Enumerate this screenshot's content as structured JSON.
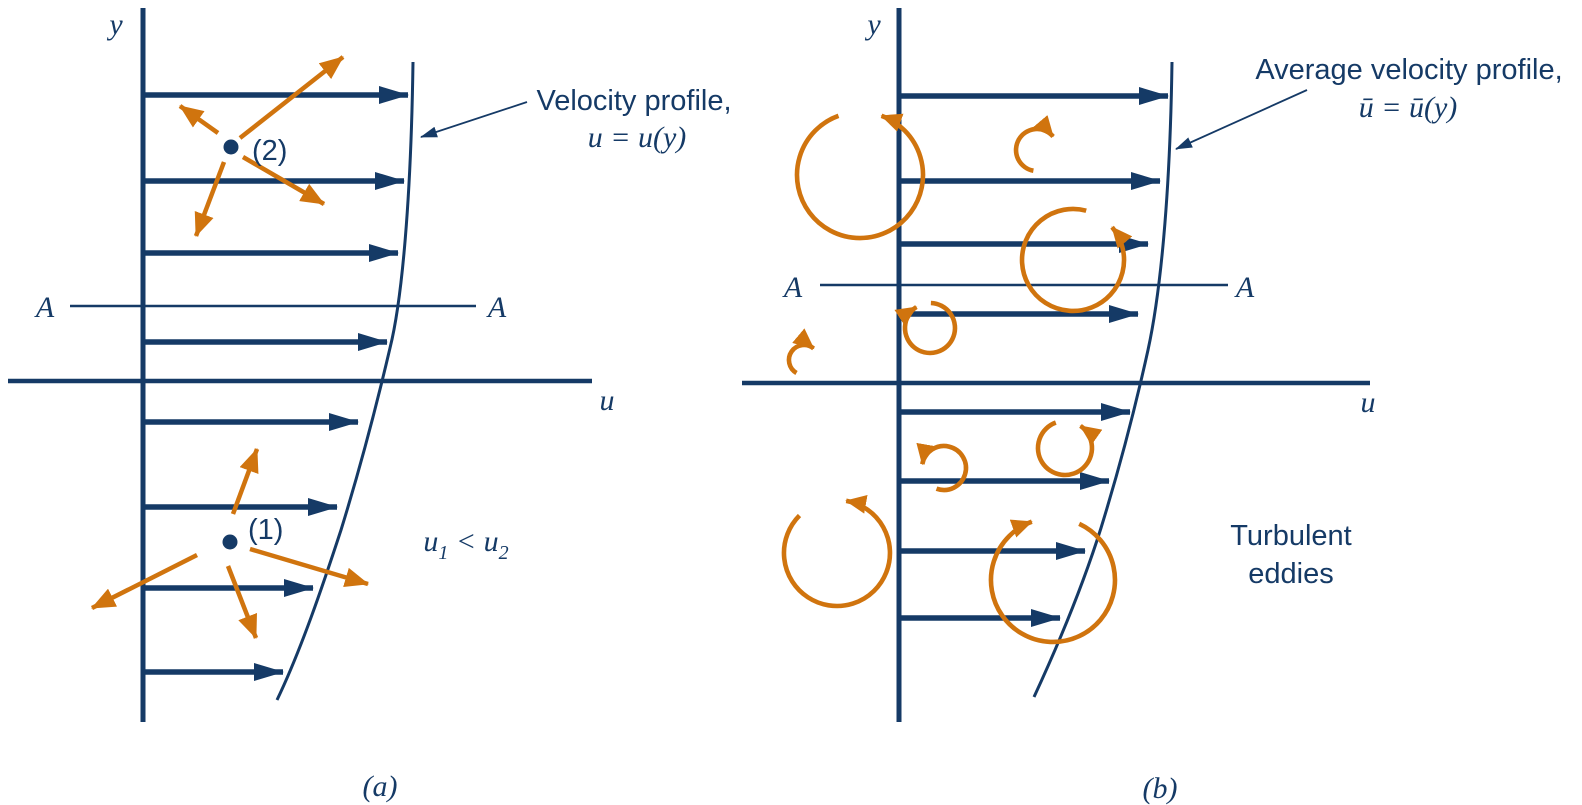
{
  "colors": {
    "ink": "#153a66",
    "eddy": "#d0740e",
    "background": "#ffffff"
  },
  "panel_a": {
    "caption": "(a)",
    "y_axis_label": "y",
    "u_axis_label": "u",
    "section_label": "A",
    "profile_title": "Velocity profile,",
    "profile_equation": "u = u(y)",
    "inequality": {
      "base1": "u",
      "sub1": "1",
      "rel": " < ",
      "base2": "u",
      "sub2": "2"
    },
    "point_1_label": "(1)",
    "point_2_label": "(2)",
    "points": [
      [
        231,
        147
      ],
      [
        230,
        542
      ]
    ],
    "velocity_arrows": [
      [
        95,
        143,
        408
      ],
      [
        181,
        143,
        404
      ],
      [
        253,
        143,
        398
      ],
      [
        342,
        143,
        387
      ],
      [
        422,
        143,
        358
      ],
      [
        507,
        143,
        337
      ],
      [
        588,
        143,
        313
      ],
      [
        672,
        143,
        283
      ]
    ],
    "fluctuation_arrows": [
      [
        240,
        138,
        343,
        57
      ],
      [
        218,
        133,
        180,
        106
      ],
      [
        224,
        162,
        196,
        236
      ],
      [
        243,
        157,
        324,
        204
      ],
      [
        233,
        514,
        257,
        449
      ],
      [
        197,
        555,
        92,
        608
      ],
      [
        250,
        549,
        368,
        584
      ],
      [
        228,
        566,
        256,
        638
      ]
    ]
  },
  "panel_b": {
    "caption": "(b)",
    "y_axis_label": "y",
    "u_axis_label": "u",
    "section_label": "A",
    "profile_title": "Average velocity profile,",
    "profile_equation": "ū = ū(y)",
    "eddies_label_line1": "Turbulent",
    "eddies_label_line2": "eddies",
    "velocity_arrows": [
      [
        96,
        899,
        1168
      ],
      [
        181,
        899,
        1160
      ],
      [
        244,
        899,
        1148
      ],
      [
        314,
        899,
        1138
      ],
      [
        412,
        899,
        1130
      ],
      [
        481,
        899,
        1109
      ],
      [
        551,
        899,
        1085
      ],
      [
        618,
        899,
        1060
      ]
    ],
    "eddies": [
      [
        860,
        175,
        63,
        250,
        290,
        0
      ],
      [
        1037,
        150,
        21,
        100,
        320,
        1
      ],
      [
        1073,
        260,
        51,
        285,
        320,
        0
      ],
      [
        930,
        328,
        25,
        272,
        237,
        1
      ],
      [
        804,
        360,
        15,
        120,
        310,
        1
      ],
      [
        1065,
        448,
        27,
        250,
        305,
        0
      ],
      [
        944,
        468,
        22,
        110,
        190,
        0
      ],
      [
        837,
        553,
        53,
        225,
        280,
        0
      ],
      [
        1053,
        580,
        62,
        295,
        250,
        1
      ]
    ]
  }
}
